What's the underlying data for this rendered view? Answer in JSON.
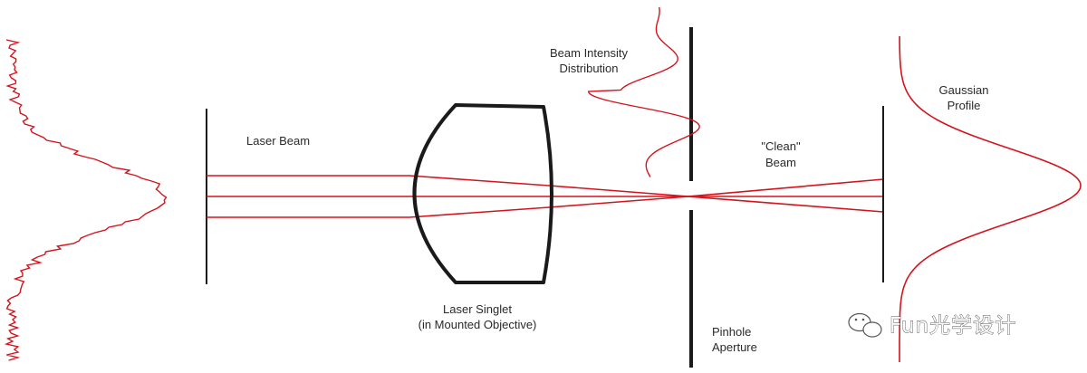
{
  "labels": {
    "laser_beam": "Laser Beam",
    "laser_singlet_line1": "Laser Singlet",
    "laser_singlet_line2": "(in Mounted Objective)",
    "beam_intensity_line1": "Beam Intensity",
    "beam_intensity_line2": "Distribution",
    "pinhole_line1": "Pinhole",
    "pinhole_line2": "Aperture",
    "clean_beam_line1": "\"Clean\"",
    "clean_beam_line2": "Beam",
    "gaussian_line1": "Gaussian",
    "gaussian_line2": "Profile"
  },
  "watermark": {
    "text": "Fun光学设计",
    "icon": "wechat-logo-icon"
  },
  "colors": {
    "beam": "#d4141c",
    "optics": "#1a1a1a",
    "label_text": "#2a2a2a"
  }
}
